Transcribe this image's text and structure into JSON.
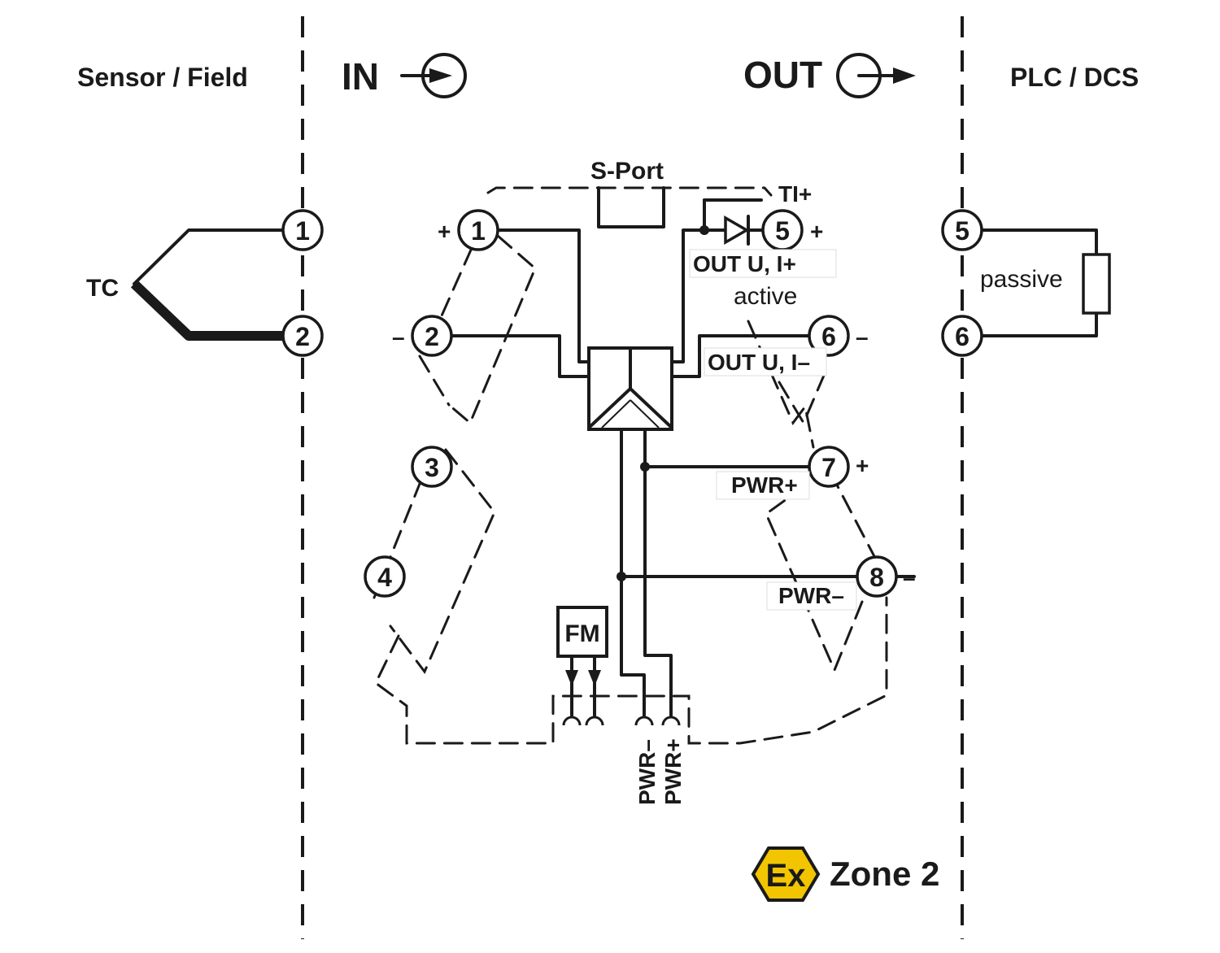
{
  "header": {
    "sensor_field": "Sensor / Field",
    "in": "IN",
    "out": "OUT",
    "plc_dcs": "PLC / DCS"
  },
  "sensor": {
    "tc_label": "TC",
    "terminal_1": "1",
    "terminal_2": "2"
  },
  "module": {
    "s_port": "S-Port",
    "ti_plus": "TI+",
    "terminals": {
      "t1": "1",
      "t2": "2",
      "t3": "3",
      "t4": "4",
      "t5": "5",
      "t6": "6",
      "t7": "7",
      "t8": "8"
    },
    "signs": {
      "t1": "+",
      "t2": "–",
      "t5": "+",
      "t6": "–",
      "t7": "+",
      "t8": "–"
    },
    "out_plus": "OUT U, I+",
    "out_minus": "OUT U, I–",
    "active": "active",
    "pwr_plus": "PWR+",
    "pwr_minus": "PWR–",
    "fm": "FM",
    "bus_pwr_minus": "PWR–",
    "bus_pwr_plus": "PWR+"
  },
  "plc": {
    "terminal_5": "5",
    "terminal_6": "6",
    "passive": "passive"
  },
  "zone": {
    "ex_symbol": "Ex",
    "label": "Zone 2"
  },
  "colors": {
    "ink": "#1a1a1a",
    "ex_yellow": "#f2c500"
  }
}
